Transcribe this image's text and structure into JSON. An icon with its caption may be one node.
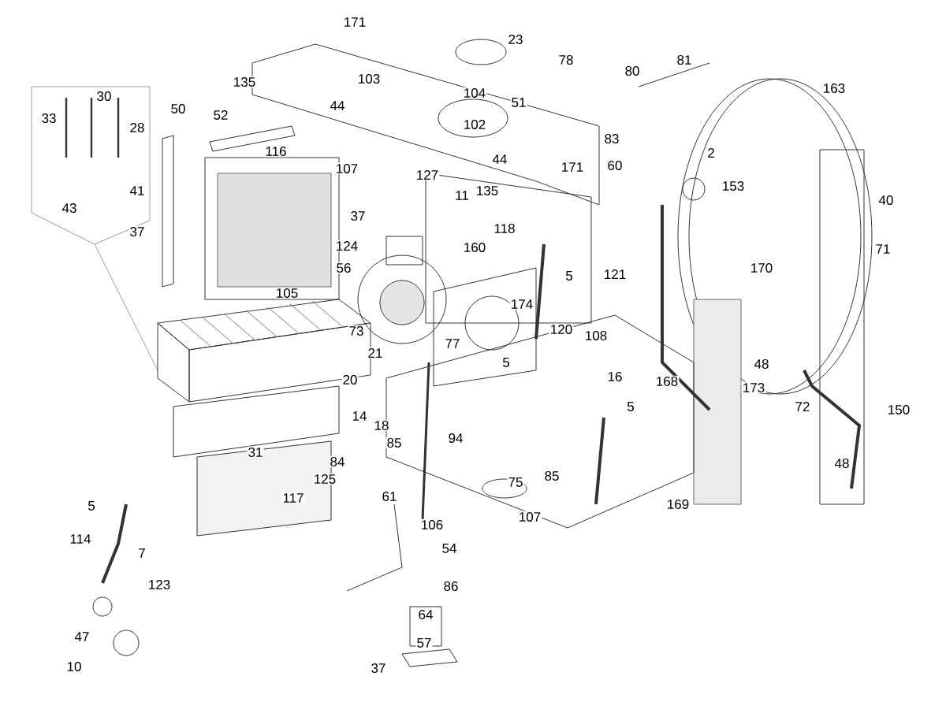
{
  "diagram": {
    "labels": [
      "171",
      "23",
      "135",
      "103",
      "78",
      "80",
      "81",
      "163",
      "104",
      "44",
      "51",
      "30",
      "50",
      "52",
      "33",
      "28",
      "116",
      "102",
      "83",
      "2",
      "44",
      "171",
      "60",
      "107",
      "127",
      "11",
      "135",
      "153",
      "41",
      "43",
      "37",
      "40",
      "118",
      "37",
      "124",
      "160",
      "71",
      "5",
      "56",
      "121",
      "170",
      "105",
      "174",
      "73",
      "120",
      "108",
      "21",
      "77",
      "5",
      "16",
      "48",
      "20",
      "168",
      "173",
      "5",
      "72",
      "14",
      "18",
      "150",
      "94",
      "85",
      "31",
      "84",
      "85",
      "125",
      "75",
      "48",
      "117",
      "61",
      "5",
      "169",
      "106",
      "107",
      "114",
      "7",
      "54",
      "86",
      "123",
      "64",
      "47",
      "57",
      "10",
      "37"
    ]
  }
}
